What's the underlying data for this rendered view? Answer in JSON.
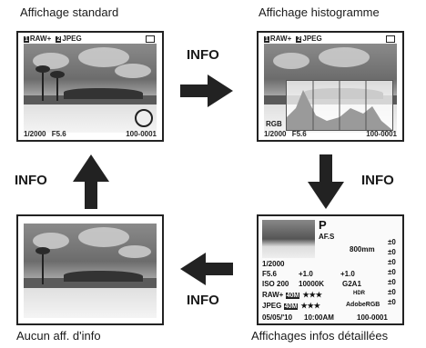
{
  "captions": {
    "standard": "Affichage standard",
    "histogram": "Affichage histogramme",
    "none": "Aucun aff. d'info",
    "detailed": "Affichages infos détaillées"
  },
  "info_label": "INFO",
  "overlay": {
    "raw": "RAW+",
    "jpeg": "JPEG",
    "num1": "1",
    "num2": "2",
    "shutter": "1/2000",
    "aperture": "F5.6",
    "file": "100-0001",
    "rgb": "RGB"
  },
  "detailed": {
    "mode": "P",
    "af": "AF.S",
    "focal": "800mm",
    "line1": "1/2000",
    "line2": "F5.6",
    "ev1": "+1.0",
    "ev2": "+1.0",
    "iso": "ISO 200",
    "wb": "10000K",
    "wbcode": "G2A1",
    "raw_line": "RAW+",
    "size1": "40M",
    "jpeg_line": "JPEG",
    "size2": "40M",
    "stars": "★★★",
    "hdr": "HDR",
    "adobe": "AdobeRGB",
    "date": "05/05/'10",
    "time": "10:00AM",
    "file": "100-0001",
    "pm": [
      "±0",
      "±0",
      "±0",
      "±0",
      "±0",
      "±0",
      "±0"
    ]
  }
}
